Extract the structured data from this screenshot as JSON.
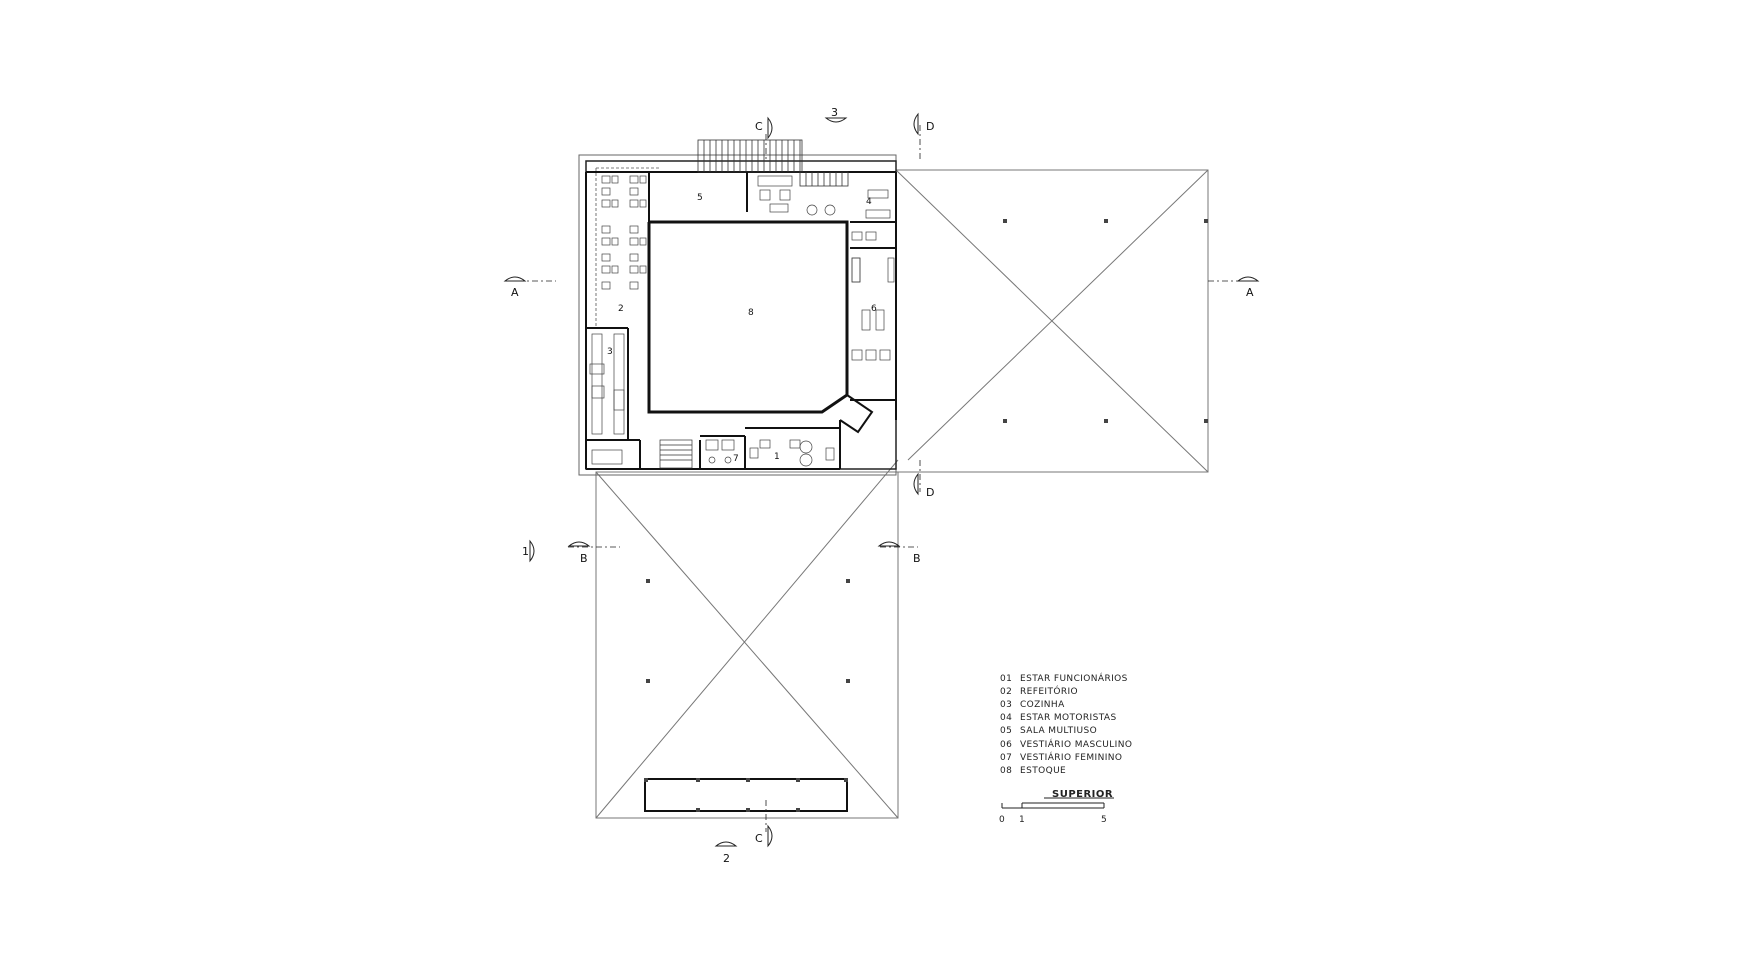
{
  "rooms": [
    {
      "id": "1",
      "label": "1"
    },
    {
      "id": "2",
      "label": "2"
    },
    {
      "id": "3",
      "label": "3"
    },
    {
      "id": "4",
      "label": "4"
    },
    {
      "id": "5",
      "label": "5"
    },
    {
      "id": "6",
      "label": "6"
    },
    {
      "id": "7",
      "label": "7"
    },
    {
      "id": "8",
      "label": "8"
    }
  ],
  "section_markers": {
    "a": "A",
    "b": "B",
    "c": "C",
    "d": "D",
    "elev_1": "1",
    "elev_2": "2",
    "elev_3": "3"
  },
  "legend": [
    {
      "num": "01",
      "name": "ESTAR FUNCIONÁRIOS"
    },
    {
      "num": "02",
      "name": "REFEITÓRIO"
    },
    {
      "num": "03",
      "name": "COZINHA"
    },
    {
      "num": "04",
      "name": "ESTAR MOTORISTAS"
    },
    {
      "num": "05",
      "name": "SALA MULTIUSO"
    },
    {
      "num": "06",
      "name": "VESTIÁRIO MASCULINO"
    },
    {
      "num": "07",
      "name": "VESTIÁRIO FEMININO"
    },
    {
      "num": "08",
      "name": "ESTOQUE"
    }
  ],
  "scale": {
    "title": "SUPERIOR",
    "ticks": [
      "0",
      "1",
      "5"
    ]
  }
}
